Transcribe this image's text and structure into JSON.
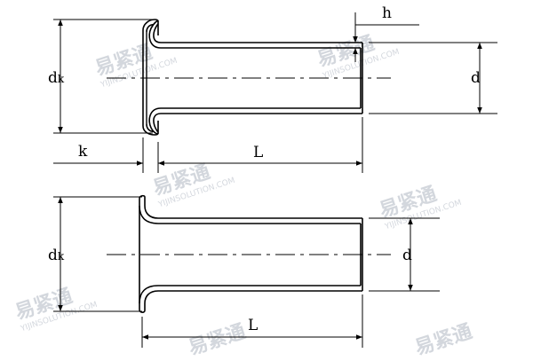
{
  "diagram": {
    "top_view": {
      "dk_main": "d",
      "dk_sub": "k",
      "d": "d",
      "h": "h",
      "k": "k",
      "L": "L"
    },
    "bottom_view": {
      "dk_main": "d",
      "dk_sub": "k",
      "d": "d",
      "L": "L"
    }
  },
  "watermark": {
    "logo_text": "易紧通",
    "site": "YIJINSOLUTION.COM"
  },
  "colors": {
    "line": "#000000",
    "watermark": "#cfd3da"
  }
}
